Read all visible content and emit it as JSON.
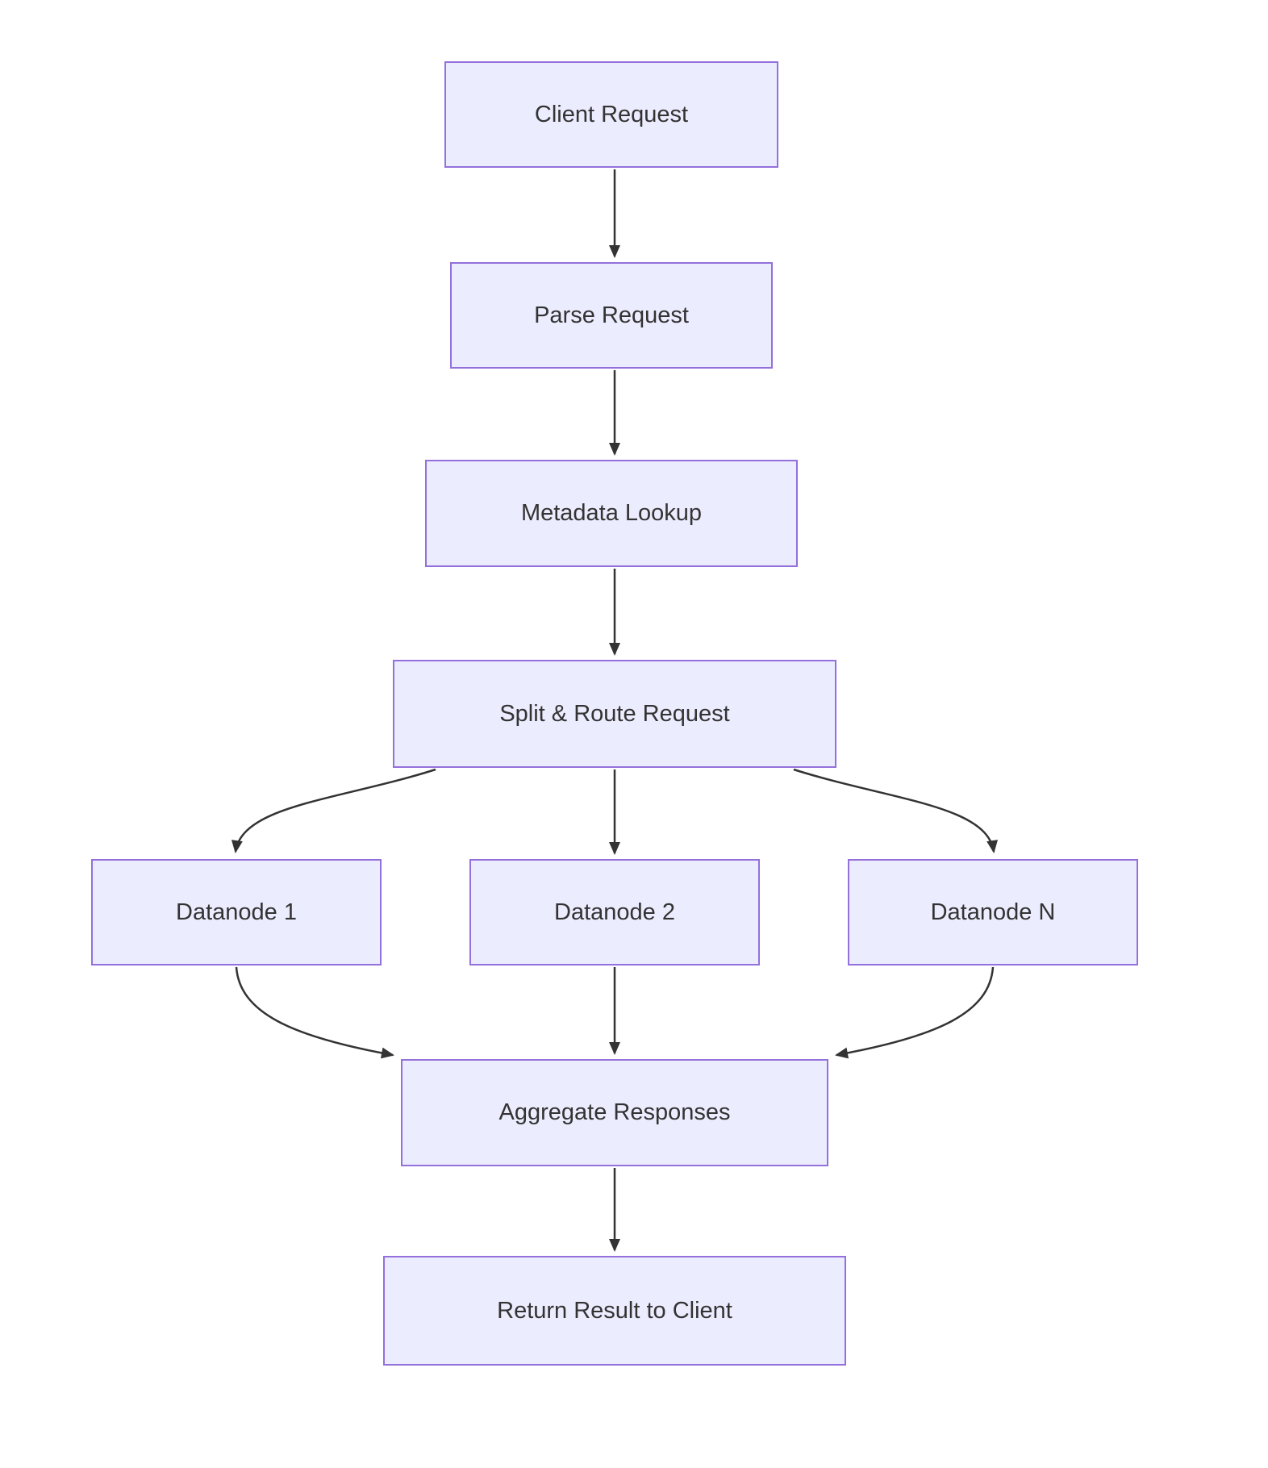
{
  "diagram": {
    "type": "flowchart",
    "direction": "top-down",
    "nodes": [
      {
        "id": "client",
        "label": "Client Request"
      },
      {
        "id": "parse",
        "label": "Parse Request"
      },
      {
        "id": "metadata",
        "label": "Metadata Lookup"
      },
      {
        "id": "split",
        "label": "Split & Route Request"
      },
      {
        "id": "datanode1",
        "label": "Datanode 1"
      },
      {
        "id": "datanode2",
        "label": "Datanode 2"
      },
      {
        "id": "datanodeN",
        "label": "Datanode N"
      },
      {
        "id": "aggregate",
        "label": "Aggregate Responses"
      },
      {
        "id": "return",
        "label": "Return Result to Client"
      }
    ],
    "edges": [
      {
        "from": "client",
        "to": "parse"
      },
      {
        "from": "parse",
        "to": "metadata"
      },
      {
        "from": "metadata",
        "to": "split"
      },
      {
        "from": "split",
        "to": "datanode1"
      },
      {
        "from": "split",
        "to": "datanode2"
      },
      {
        "from": "split",
        "to": "datanodeN"
      },
      {
        "from": "datanode1",
        "to": "aggregate"
      },
      {
        "from": "datanode2",
        "to": "aggregate"
      },
      {
        "from": "datanodeN",
        "to": "aggregate"
      },
      {
        "from": "aggregate",
        "to": "return"
      }
    ],
    "colors": {
      "node_fill": "#ECECFF",
      "node_border": "#9370DB",
      "edge": "#333333",
      "text": "#333333",
      "background": "#ffffff"
    }
  }
}
